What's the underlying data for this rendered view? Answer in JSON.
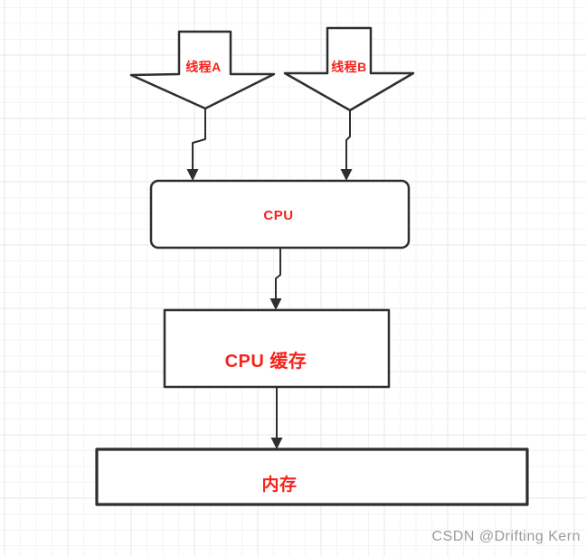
{
  "diagram": {
    "title": "thread-cpu-cache-memory flow",
    "nodes": {
      "thread_a": {
        "label": "线程A",
        "shape": "fat-arrow-down"
      },
      "thread_b": {
        "label": "线程B",
        "shape": "fat-arrow-down"
      },
      "cpu": {
        "label": "CPU",
        "shape": "rounded-rect"
      },
      "cpu_cache": {
        "label": "CPU 缓存",
        "shape": "rect"
      },
      "memory": {
        "label": "内存",
        "shape": "rect"
      }
    },
    "edges": [
      {
        "from": "thread_a",
        "to": "cpu"
      },
      {
        "from": "thread_b",
        "to": "cpu"
      },
      {
        "from": "cpu",
        "to": "cpu_cache"
      },
      {
        "from": "cpu_cache",
        "to": "memory"
      }
    ],
    "colors": {
      "stroke": "#2e2e2e",
      "label": "#f5231c",
      "background": "#ffffff",
      "grid_minor": "#f4f4f7",
      "grid_major": "#e7e7ec",
      "watermark": "#9a9a9a"
    }
  },
  "watermark": {
    "text": "CSDN @Drifting Kern"
  }
}
